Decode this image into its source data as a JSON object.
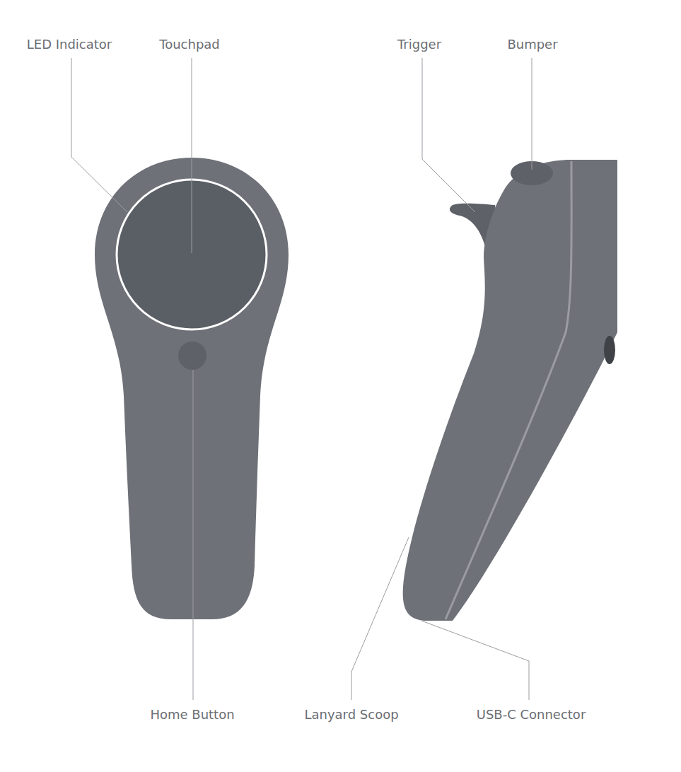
{
  "diagram": {
    "labels": [
      "LED Indicator",
      "Touchpad",
      "Trigger",
      "Bumper",
      "Home Button",
      "Lanyard Scoop",
      "USB-C Connector"
    ]
  }
}
